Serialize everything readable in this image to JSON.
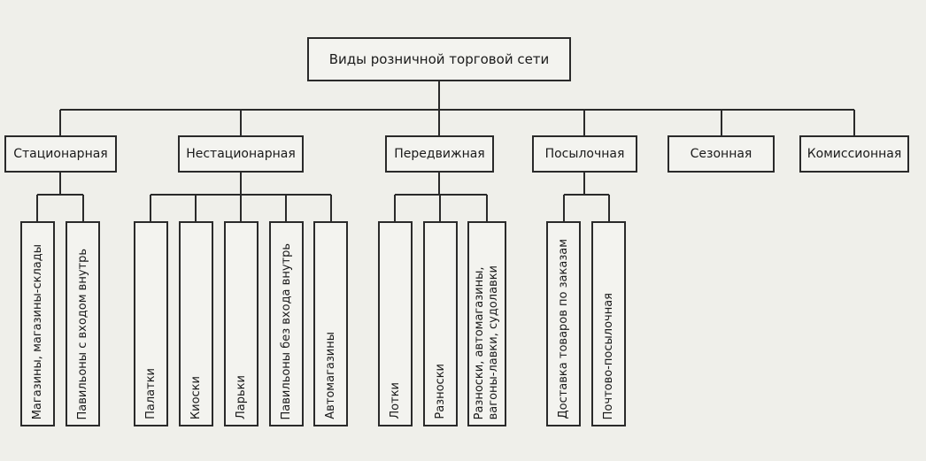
{
  "root": {
    "label": "Виды розничной торговой сети"
  },
  "categories": [
    {
      "label": "Стационарная",
      "children": [
        "Магазины, магазины-склады",
        "Павильоны с входом внутрь"
      ]
    },
    {
      "label": "Нестационарная",
      "children": [
        "Палатки",
        "Киоски",
        "Ларьки",
        "Павильоны без входа внутрь",
        "Автомагазины"
      ]
    },
    {
      "label": "Передвижная",
      "children": [
        "Лотки",
        "Разноски",
        "Разноски, автомагазины,\nвагоны-лавки, судолавки"
      ]
    },
    {
      "label": "Посылочная",
      "children": [
        "Доставка товаров по заказам",
        "Почтово-посылочная"
      ]
    },
    {
      "label": "Сезонная",
      "children": []
    },
    {
      "label": "Комиссионная",
      "children": []
    }
  ]
}
